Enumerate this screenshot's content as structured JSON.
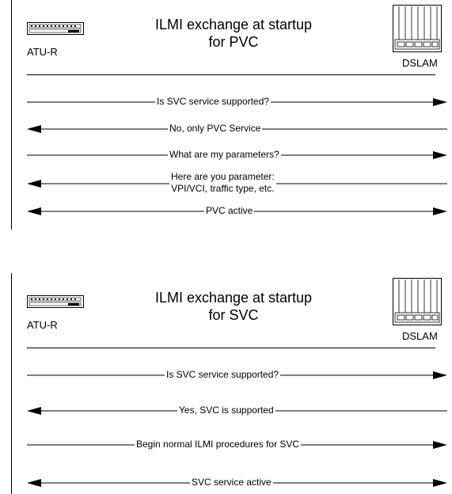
{
  "pvc": {
    "title_line1": "ILMI exchange at startup",
    "title_line2": "for PVC",
    "left_device": "ATU-R",
    "right_device": "DSLAM",
    "messages": [
      {
        "text": "Is SVC service supported?",
        "direction": "right"
      },
      {
        "text": "No, only PVC Service",
        "direction": "left"
      },
      {
        "text": "What are my parameters?",
        "direction": "right"
      },
      {
        "text": "Here are you parameter:",
        "text2": "VPI/VCI, traffic type, etc.",
        "direction": "left"
      },
      {
        "text": "PVC active",
        "direction": "both"
      }
    ]
  },
  "svc": {
    "title_line1": "ILMI exchange at startup",
    "title_line2": "for SVC",
    "left_device": "ATU-R",
    "right_device": "DSLAM",
    "messages": [
      {
        "text": "Is SVC service supported?",
        "direction": "right"
      },
      {
        "text": "Yes, SVC is supported",
        "direction": "left"
      },
      {
        "text": "Begin normal ILMI procedures for SVC",
        "direction": "right"
      },
      {
        "text": "SVC service active",
        "direction": "both"
      }
    ]
  },
  "colors": {
    "line": "#000000",
    "background": "#ffffff"
  },
  "icons": {
    "left_device": "modem-icon",
    "right_device": "dslam-rack-icon"
  }
}
